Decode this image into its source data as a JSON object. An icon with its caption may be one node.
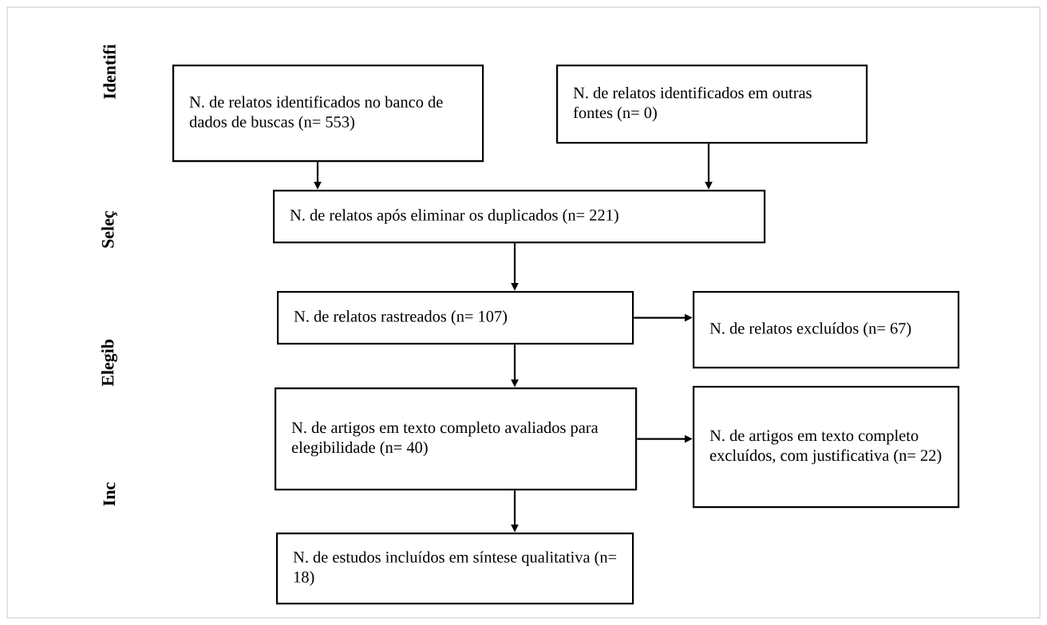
{
  "diagram": {
    "nodes": [
      {
        "text": [
          "N. de relatos identificados no banco de dados de buscas (n= 553)"
        ]
      },
      {
        "text": [
          "N. de relatos identificados em outras fontes (n= 0)"
        ]
      },
      {
        "text": [
          "N. de relatos após eliminar os duplicados (n= 221)"
        ]
      },
      {
        "text": [
          "N. de relatos rastreados (n= 107)"
        ]
      },
      {
        "text": [
          "N. de relatos excluídos (n= 67)"
        ]
      },
      {
        "text": [
          "N. de artigos em texto completo avaliados para elegibilidade (n= 40)"
        ]
      },
      {
        "text": [
          "N. de artigos em texto completo excluídos, com justificativa (n= 22)"
        ]
      },
      {
        "text": [
          "N. de estudos incluídos em síntese qualitativa (n= 18)"
        ]
      }
    ],
    "edges": [
      {
        "from": 0,
        "to": 2,
        "arrow": "to"
      },
      {
        "from": 1,
        "to": 2,
        "arrow": "to"
      },
      {
        "from": 2,
        "to": 3,
        "arrow": "to"
      },
      {
        "from": 3,
        "to": 4,
        "arrow": "to"
      },
      {
        "from": 3,
        "to": 5,
        "arrow": "to"
      },
      {
        "from": 5,
        "to": 6,
        "arrow": "to"
      },
      {
        "from": 5,
        "to": 7,
        "arrow": "to"
      }
    ],
    "labels": [
      "Identifi",
      "Seleç",
      "Elegib",
      "Inc"
    ]
  }
}
